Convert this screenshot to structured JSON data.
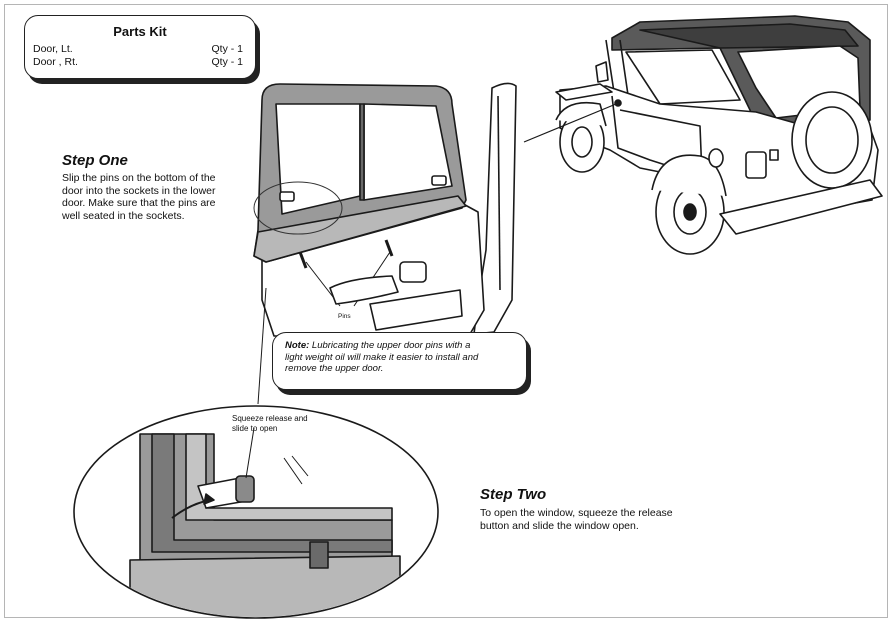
{
  "parts_kit": {
    "title": "Parts Kit",
    "rows": [
      {
        "item": "Door, Lt.",
        "qty": "Qty - 1"
      },
      {
        "item": "Door , Rt.",
        "qty": "Qty - 1"
      }
    ]
  },
  "step_one": {
    "title": "Step One",
    "lines": [
      "Slip the pins on the bottom of the",
      "door into the sockets in the lower",
      "door. Make sure that the pins are",
      "well seated in the sockets."
    ]
  },
  "pins_label": "Pins",
  "note": {
    "label": "Note:",
    "lines": [
      " Lubricating the upper door pins with a",
      "light weight oil will make it easier to install and",
      "remove the upper door."
    ]
  },
  "squeeze_label": {
    "lines": [
      "Squeeze release and",
      "slide to open"
    ]
  },
  "step_two": {
    "title": "Step Two",
    "lines": [
      "To open the window, squeeze  the release",
      "button and slide the window open."
    ]
  },
  "colors": {
    "ink": "#1a1a1a",
    "door_gray": "#9a9a9a",
    "panel_gray": "#b8b8b8",
    "frame_gray": "#b5b5b5"
  }
}
